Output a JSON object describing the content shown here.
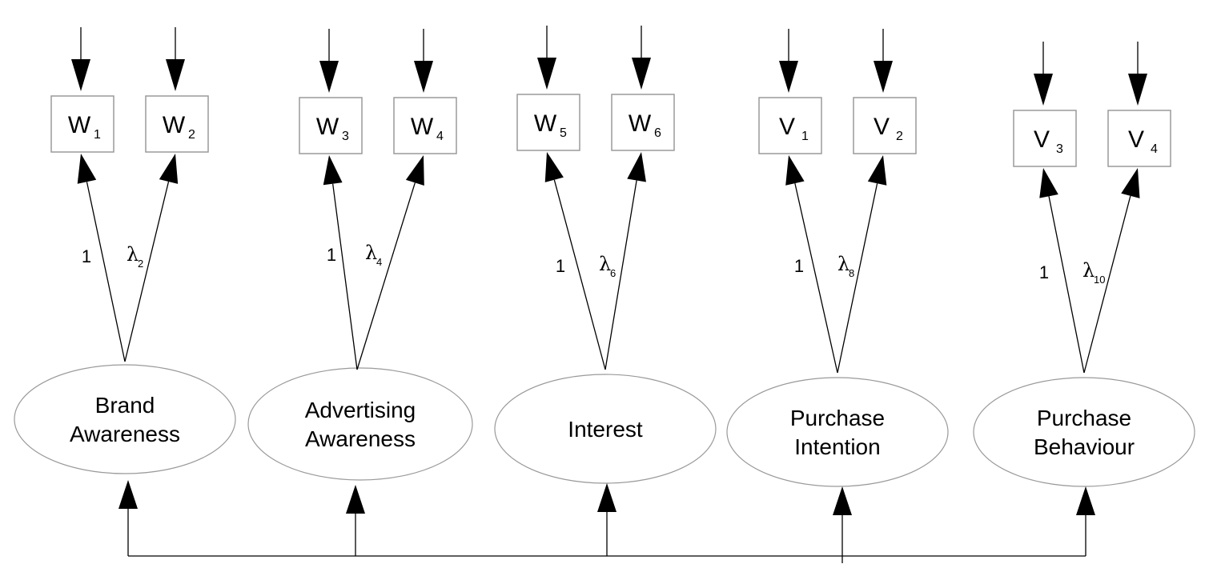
{
  "factors": [
    {
      "lines": [
        "Brand",
        "Awareness"
      ],
      "indicators": [
        {
          "base": "W",
          "sub": "1"
        },
        {
          "base": "W",
          "sub": "2"
        }
      ],
      "loadings": {
        "fixed": "1",
        "lambda": "λ",
        "lambda_sub": "2"
      }
    },
    {
      "lines": [
        "Advertising",
        "Awareness"
      ],
      "indicators": [
        {
          "base": "W",
          "sub": "3"
        },
        {
          "base": "W",
          "sub": "4"
        }
      ],
      "loadings": {
        "fixed": "1",
        "lambda": "λ",
        "lambda_sub": "4"
      }
    },
    {
      "lines": [
        "Interest"
      ],
      "indicators": [
        {
          "base": "W",
          "sub": "5"
        },
        {
          "base": "W",
          "sub": "6"
        }
      ],
      "loadings": {
        "fixed": "1",
        "lambda": "λ",
        "lambda_sub": "6"
      }
    },
    {
      "lines": [
        "Purchase",
        "Intention"
      ],
      "indicators": [
        {
          "base": "V",
          "sub": "1"
        },
        {
          "base": "V",
          "sub": "2"
        }
      ],
      "loadings": {
        "fixed": "1",
        "lambda": "λ",
        "lambda_sub": "8"
      }
    },
    {
      "lines": [
        "Purchase",
        "Behaviour"
      ],
      "indicators": [
        {
          "base": "V",
          "sub": "3"
        },
        {
          "base": "V",
          "sub": "4"
        }
      ],
      "loadings": {
        "fixed": "1",
        "lambda": "λ",
        "lambda_sub": "10"
      }
    }
  ]
}
